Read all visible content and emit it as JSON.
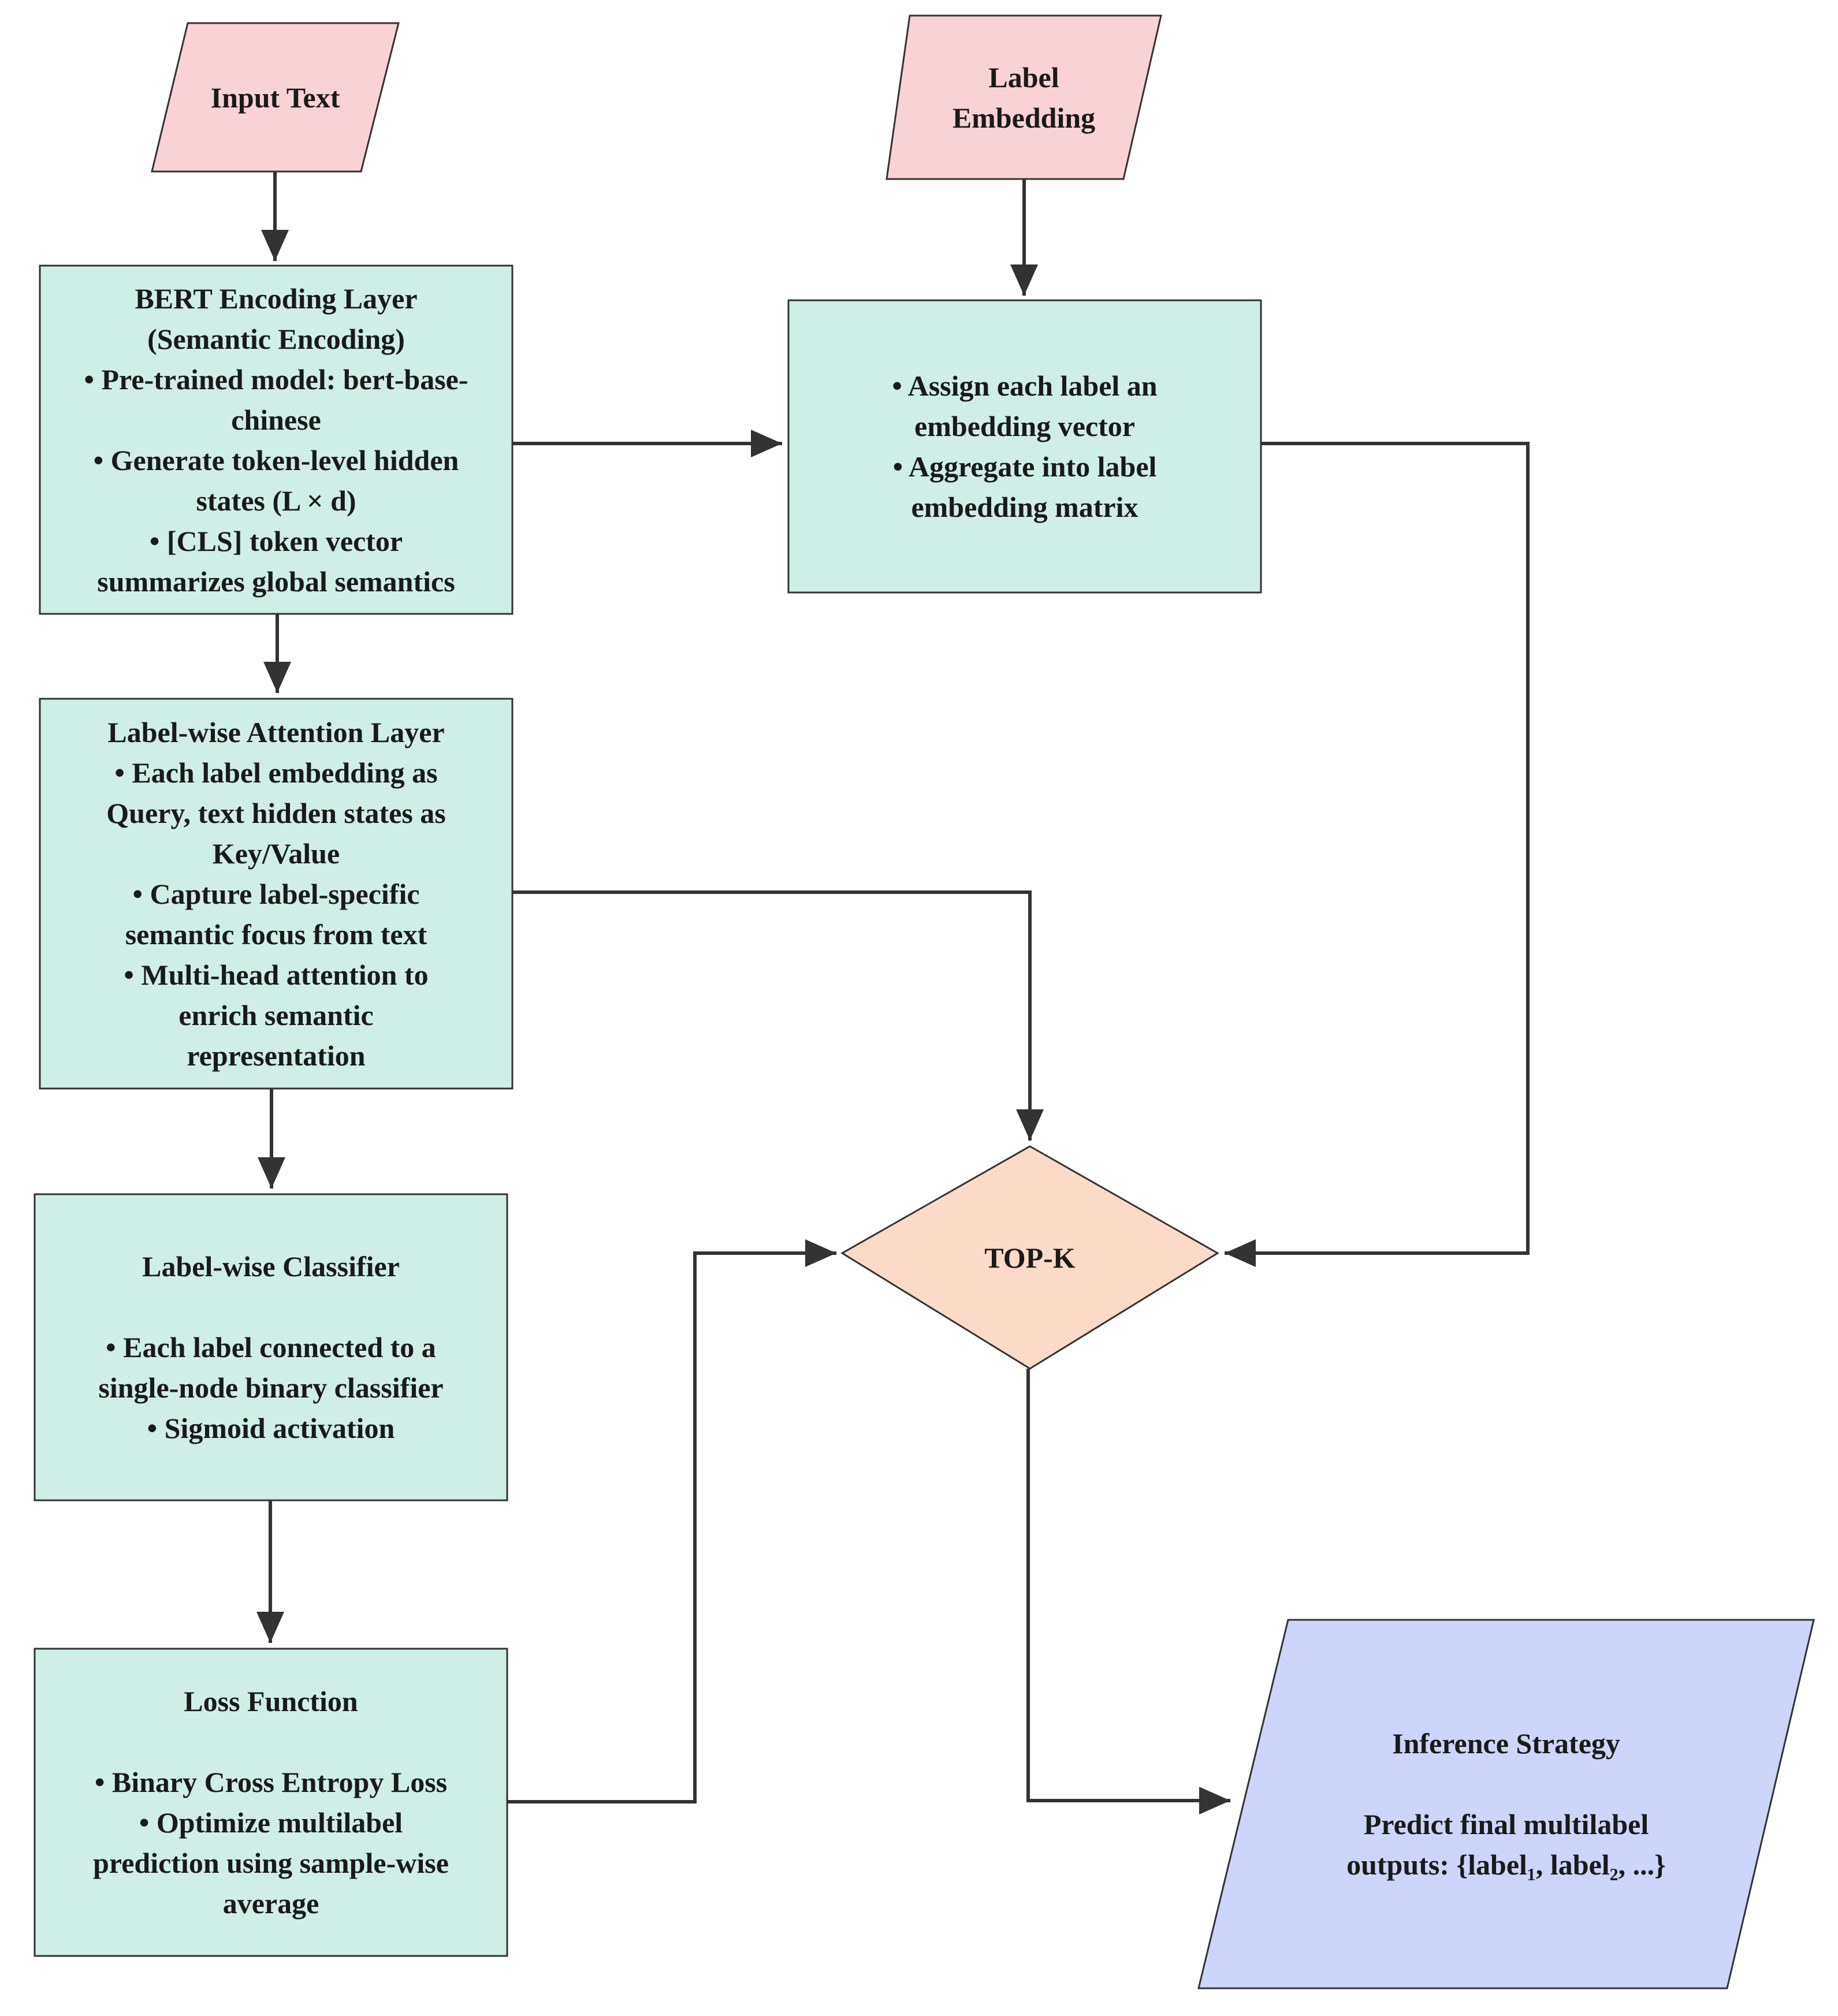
{
  "colors": {
    "process_fill": "#cfeee6",
    "input_fill": "#f9d2d6",
    "decision_fill": "#fbdac8",
    "output_fill": "#cdd5fb",
    "stroke": "#333333"
  },
  "nodes": {
    "input_text": {
      "lines": [
        "Input Text"
      ]
    },
    "label_embedding_input": {
      "lines": [
        "Label",
        "Embedding"
      ]
    },
    "bert_encoding": {
      "lines": [
        "BERT Encoding Layer",
        "(Semantic Encoding)",
        "• Pre-trained model: bert-base-",
        "chinese",
        "• Generate token-level hidden",
        "states (L × d)",
        "• [CLS] token vector",
        "summarizes global semantics"
      ]
    },
    "label_embedding_box": {
      "lines": [
        "• Assign each label an",
        "embedding vector",
        "• Aggregate into label",
        "embedding matrix"
      ]
    },
    "label_attention": {
      "lines": [
        "Label-wise Attention Layer",
        "• Each label embedding as",
        "Query, text hidden states as",
        "Key/Value",
        "• Capture label-specific",
        "semantic focus from text",
        "• Multi-head attention to",
        "enrich semantic",
        "representation"
      ]
    },
    "label_classifier": {
      "lines": [
        "Label-wise Classifier",
        "",
        "• Each label connected to a",
        "single-node binary classifier",
        "• Sigmoid activation"
      ]
    },
    "loss_function": {
      "lines": [
        "Loss Function",
        "",
        "• Binary Cross Entropy Loss",
        "• Optimize multilabel",
        "prediction using sample-wise",
        "average"
      ]
    },
    "top_k": {
      "lines": [
        "TOP-K"
      ]
    },
    "inference": {
      "lines": [
        "Inference Strategy",
        "",
        "Predict final multilabel",
        "outputs: {label₁, label₂, ...}"
      ]
    }
  }
}
